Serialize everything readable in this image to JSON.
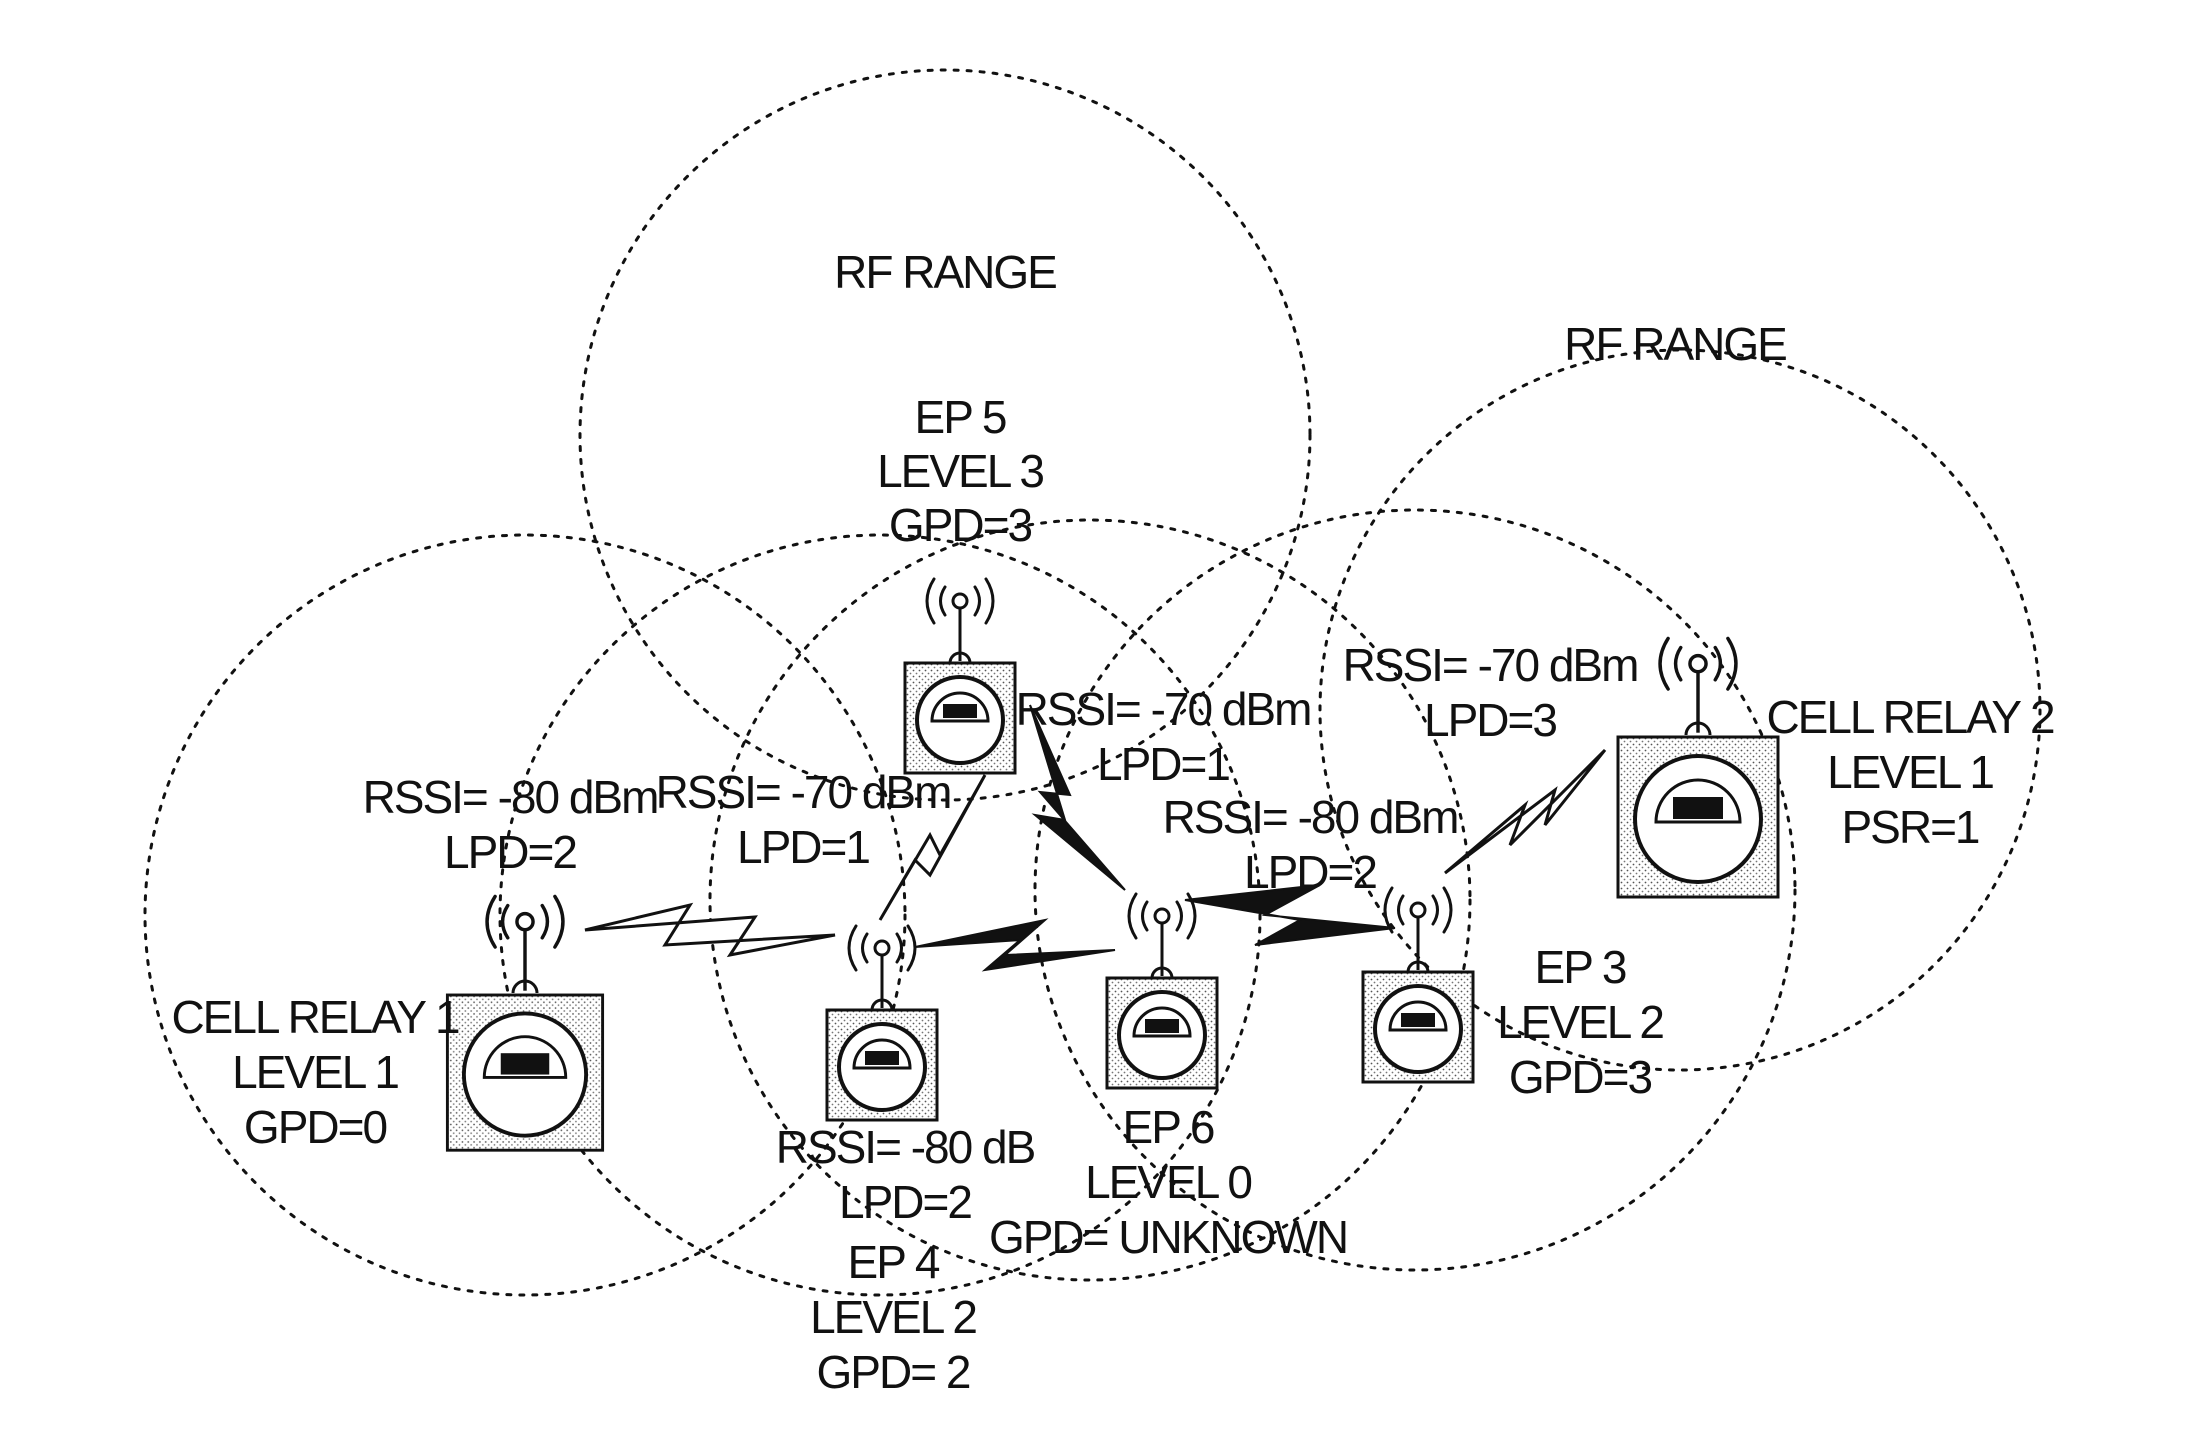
{
  "rf_ranges": [
    {
      "label": "RF RANGE"
    },
    {
      "label": "RF RANGE"
    }
  ],
  "nodes": {
    "cell_relay_1": {
      "name": "CELL RELAY 1",
      "level": "LEVEL 1",
      "metric": "GPD=0"
    },
    "cell_relay_2": {
      "name": "CELL RELAY 2",
      "level": "LEVEL 1",
      "metric": "PSR=1"
    },
    "ep3": {
      "name": "EP 3",
      "level": "LEVEL 2",
      "metric": "GPD=3"
    },
    "ep4": {
      "name": "EP 4",
      "level": "LEVEL 2",
      "metric": "GPD= 2"
    },
    "ep5": {
      "name": "EP 5",
      "level": "LEVEL 3",
      "metric": "GPD=3"
    },
    "ep6": {
      "name": "EP 6",
      "level": "LEVEL 0",
      "metric": "GPD= UNKNOWN"
    }
  },
  "links": {
    "cr1_ep4": {
      "rssi": "RSSI= -80 dBm",
      "lpd": "LPD=2"
    },
    "ep4_ep5": {
      "rssi": "RSSI= -70 dBm",
      "lpd": "LPD=1"
    },
    "ep5_ep6": {
      "rssi": "RSSI= -70 dBm",
      "lpd": "LPD=1"
    },
    "ep6_ep3": {
      "rssi": "RSSI= -80 dBm",
      "lpd": "LPD=2"
    },
    "ep3_cr2": {
      "rssi": "RSSI= -70 dBm",
      "lpd": "LPD=3"
    },
    "ep4_ep6": {
      "rssi": "RSSI= -80 dB",
      "lpd": "LPD=2"
    }
  }
}
